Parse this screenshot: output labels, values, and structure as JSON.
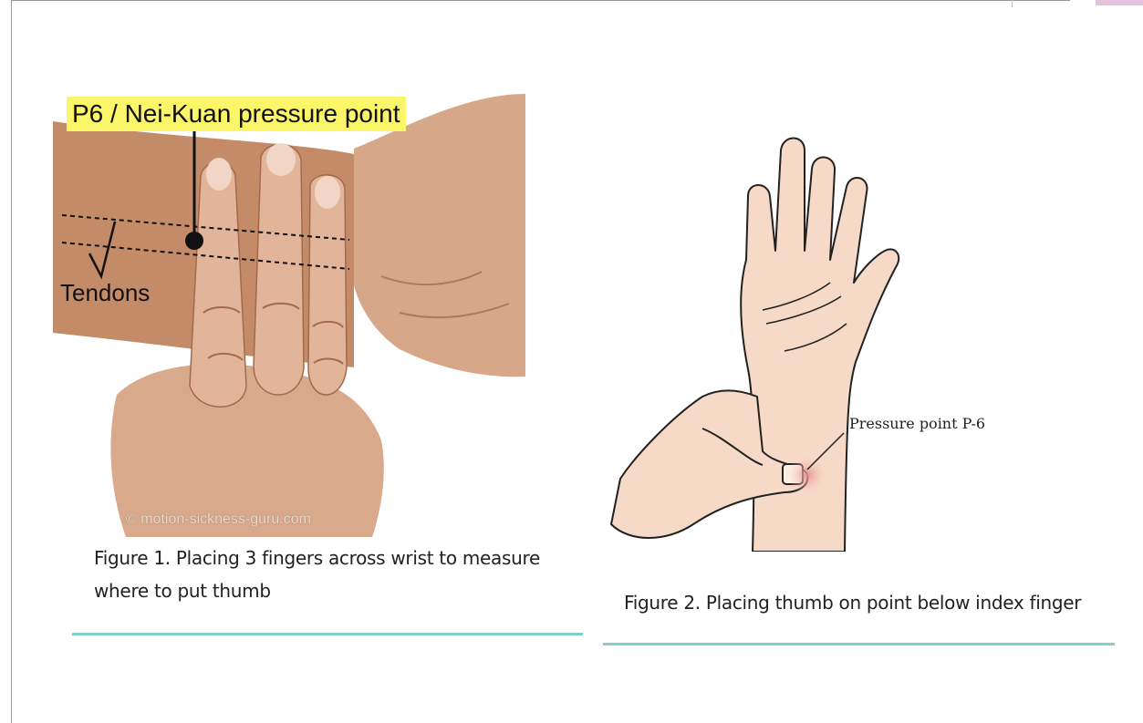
{
  "figure1": {
    "label_point": "P6 / Nei-Kuan pressure point",
    "label_tendons": "Tendons",
    "watermark": "© motion-sickness-guru.com",
    "caption": "Figure 1. Placing 3 fingers across wrist to measure where to put thumb"
  },
  "figure2": {
    "label_point": "Pressure point P-6",
    "caption": "Figure 2. Placing thumb on point below index finger"
  },
  "colors": {
    "label_highlight": "#fbf56a",
    "rule": "#7fd0cc",
    "skin_photo": "#c8906e",
    "skin_illustration": "#f7d9c7"
  }
}
